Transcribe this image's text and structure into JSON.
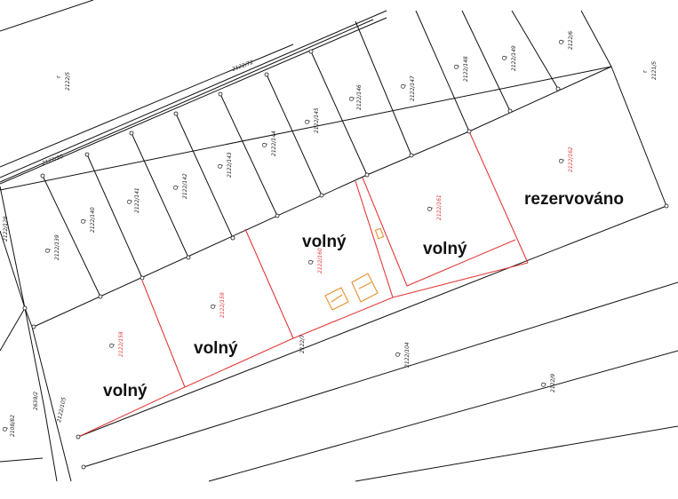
{
  "map": {
    "colors": {
      "line": "#111111",
      "available_parcel_outline": "#e23a3a",
      "building_outline": "#e8902a",
      "background": "#ffffff"
    },
    "status_labels": [
      {
        "id": "s1",
        "text": "volný"
      },
      {
        "id": "s2",
        "text": "volný"
      },
      {
        "id": "s3",
        "text": "volný"
      },
      {
        "id": "s4",
        "text": "volný"
      },
      {
        "id": "s5",
        "text": "rezervováno"
      }
    ],
    "parcels": [
      {
        "id": "p1",
        "num": "2122/5",
        "kind": "r",
        "highlight": false
      },
      {
        "id": "p2",
        "num": "2122/72",
        "kind": "",
        "highlight": false
      },
      {
        "id": "p3",
        "num": "2122/20",
        "kind": "",
        "highlight": false
      },
      {
        "id": "p4",
        "num": "2122/139",
        "kind": "Q",
        "highlight": false
      },
      {
        "id": "p5",
        "num": "2122/140",
        "kind": "Q",
        "highlight": false
      },
      {
        "id": "p6",
        "num": "2122/141",
        "kind": "Q",
        "highlight": false
      },
      {
        "id": "p7",
        "num": "2122/142",
        "kind": "Q",
        "highlight": false
      },
      {
        "id": "p8",
        "num": "2122/143",
        "kind": "Q",
        "highlight": false
      },
      {
        "id": "p9",
        "num": "2122/144",
        "kind": "Q",
        "highlight": false
      },
      {
        "id": "p10",
        "num": "2122/145",
        "kind": "Q",
        "highlight": false
      },
      {
        "id": "p11",
        "num": "2122/146",
        "kind": "Q",
        "highlight": false
      },
      {
        "id": "p12",
        "num": "2122/147",
        "kind": "Q",
        "highlight": false
      },
      {
        "id": "p13",
        "num": "2122/148",
        "kind": "Q",
        "highlight": false
      },
      {
        "id": "p14",
        "num": "2122/149",
        "kind": "Q",
        "highlight": false
      },
      {
        "id": "p15",
        "num": "2122/6",
        "kind": "Q",
        "highlight": false
      },
      {
        "id": "p16",
        "num": "2121/5",
        "kind": "r",
        "highlight": false
      },
      {
        "id": "p17",
        "num": "2122/162",
        "kind": "Q",
        "highlight": true
      },
      {
        "id": "p18",
        "num": "2122/161",
        "kind": "Q",
        "highlight": true
      },
      {
        "id": "p19",
        "num": "2122/160",
        "kind": "Q",
        "highlight": true
      },
      {
        "id": "p20",
        "num": "2122/159",
        "kind": "Q",
        "highlight": true
      },
      {
        "id": "p21",
        "num": "2122/158",
        "kind": "Q",
        "highlight": true
      },
      {
        "id": "p22",
        "num": "2122/7",
        "kind": "",
        "highlight": false
      },
      {
        "id": "p23",
        "num": "2122/104",
        "kind": "Q",
        "highlight": false
      },
      {
        "id": "p24",
        "num": "2122/9",
        "kind": "Q",
        "highlight": false
      },
      {
        "id": "p25",
        "num": "2122/128",
        "kind": "",
        "highlight": false
      },
      {
        "id": "p26",
        "num": "2639/2",
        "kind": "",
        "highlight": false
      },
      {
        "id": "p27",
        "num": "2122/105",
        "kind": "",
        "highlight": false
      },
      {
        "id": "p28",
        "num": "2108/82",
        "kind": "Q",
        "highlight": false
      }
    ]
  }
}
